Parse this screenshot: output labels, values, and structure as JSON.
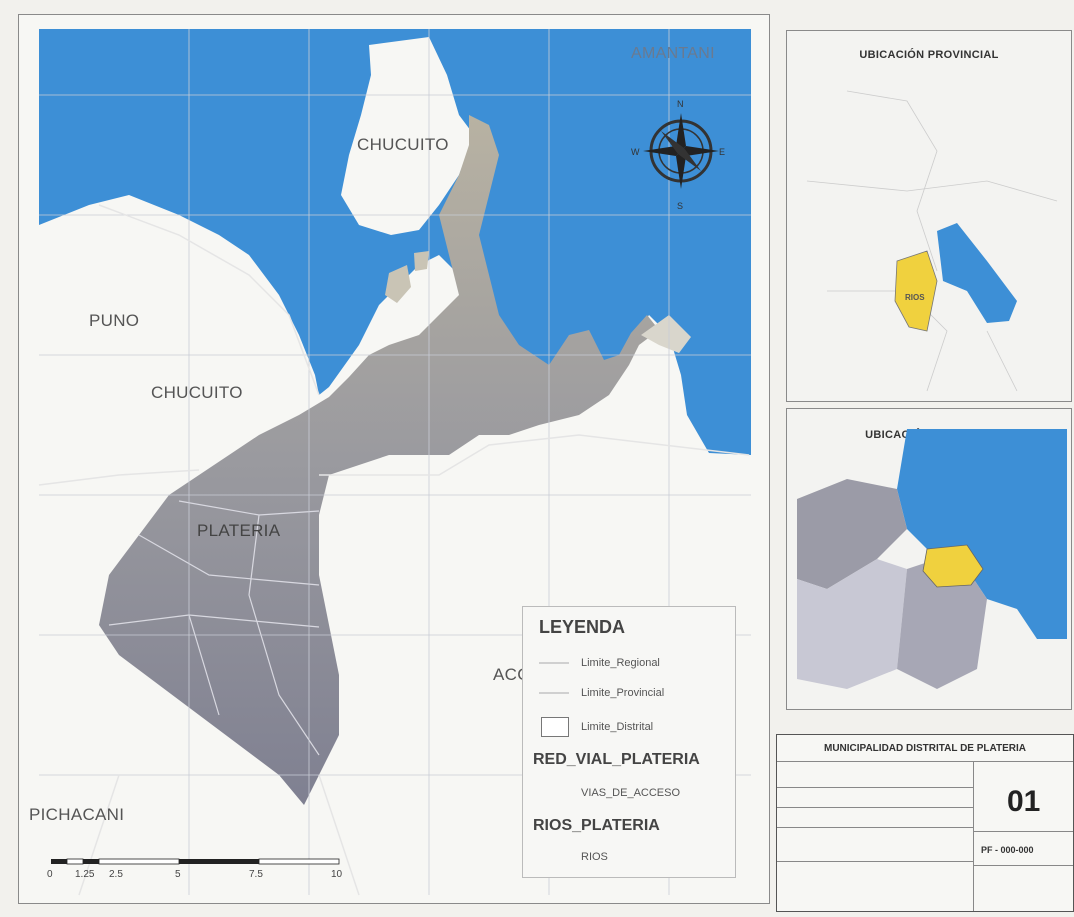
{
  "main_map": {
    "places": {
      "amantani": "AMANTANI",
      "chucuito_north": "CHUCUITO",
      "puno": "PUNO",
      "chucuito_west": "CHUCUITO",
      "plateria": "PLATERIA",
      "acc": "ACC",
      "pichacani": "PICHACANI"
    },
    "compass_labels": {
      "n": "N",
      "s": "S",
      "e": "E",
      "w": "W"
    },
    "scale": {
      "labels": [
        "0",
        "1.25",
        "2.5",
        "5",
        "7.5",
        "10"
      ]
    }
  },
  "legend": {
    "title": "LEYENDA",
    "items": [
      "Limite_Regional",
      "Limite_Provincial",
      "Limite_Distrital"
    ],
    "roads_title": "RED_VIAL_PLATERIA",
    "roads_item": "VIAS_DE_ACCESO",
    "rivers_title": "RIOS_PLATERIA",
    "rivers_item": "RIOS"
  },
  "provincial_map": {
    "title": "UBICACIÓN PROVINCIAL",
    "label": "RIOS"
  },
  "district_map": {
    "title": "UBICACIÓN DISTRITAL"
  },
  "cartouche": {
    "title": "MUNICIPALIDAD DISTRITAL DE PLATERIA",
    "sheet_number": "01",
    "doc_code": "PF - 000-000"
  },
  "colors": {
    "lake": "#3d8fd6",
    "land": "#ffffff",
    "district_highlight": "#f0d13e",
    "terrain": "#8e8a7d"
  }
}
